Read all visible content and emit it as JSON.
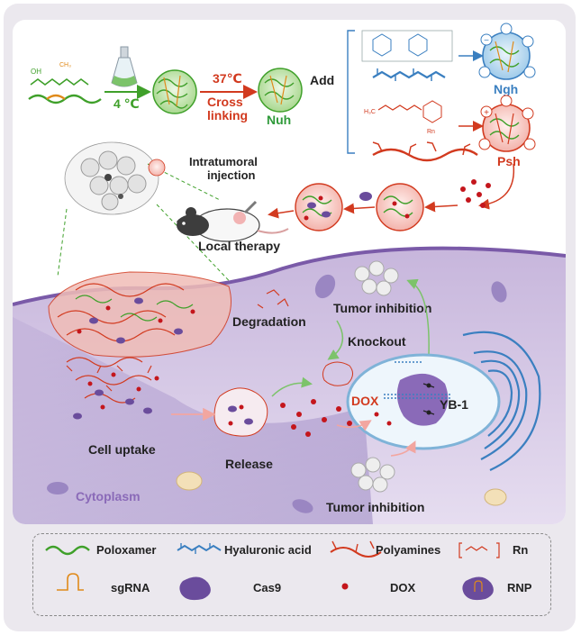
{
  "colors": {
    "poloxamer": "#3fa02a",
    "hyaluronic": "#3a7fc0",
    "polyamine": "#d23a1f",
    "nuh": "#2f9a3a",
    "ngh": "#3a7fc0",
    "psh": "#d23a1f",
    "dox": "#c4161c",
    "cas9": "#6a4c9c",
    "cytoplasm": "#b9a3cf",
    "nucleus_border": "#7fb3d8"
  },
  "synthesis": {
    "temp_cold": "4 ℃",
    "temp_warm": "37℃",
    "crosslink_line1": "Cross",
    "crosslink_line2": "linking",
    "nuh_label": "Nuh",
    "add_label": "Add",
    "ngh_label": "Ngh",
    "psh_label": "Psh",
    "charge_neg": "−",
    "charge_pos": "+"
  },
  "therapy": {
    "injection_line1": "Intratumoral",
    "injection_line2": "injection",
    "local_therapy": "Local therapy"
  },
  "mechanism": {
    "degradation": "Degradation",
    "tumor_inhibition_top": "Tumor inhibition",
    "knockout": "Knockout",
    "dox": "DOX",
    "yb1": "YB-1",
    "cell_uptake": "Cell uptake",
    "release": "Release",
    "cytoplasm": "Cytoplasm",
    "tumor_inhibition_bottom": "Tumor inhibition"
  },
  "legend": {
    "items": [
      {
        "icon": "poloxamer-chain",
        "label": "Poloxamer"
      },
      {
        "icon": "hyaluronic-chain",
        "label": "Hyaluronic acid"
      },
      {
        "icon": "polyamine-chain",
        "label": "Polyamines"
      },
      {
        "icon": "rn-structure",
        "label": "Rn"
      },
      {
        "icon": "sgrna",
        "label": "sgRNA"
      },
      {
        "icon": "cas9-protein",
        "label": "Cas9"
      },
      {
        "icon": "dox-dot",
        "label": "DOX"
      },
      {
        "icon": "rnp-complex",
        "label": "RNP"
      }
    ]
  }
}
